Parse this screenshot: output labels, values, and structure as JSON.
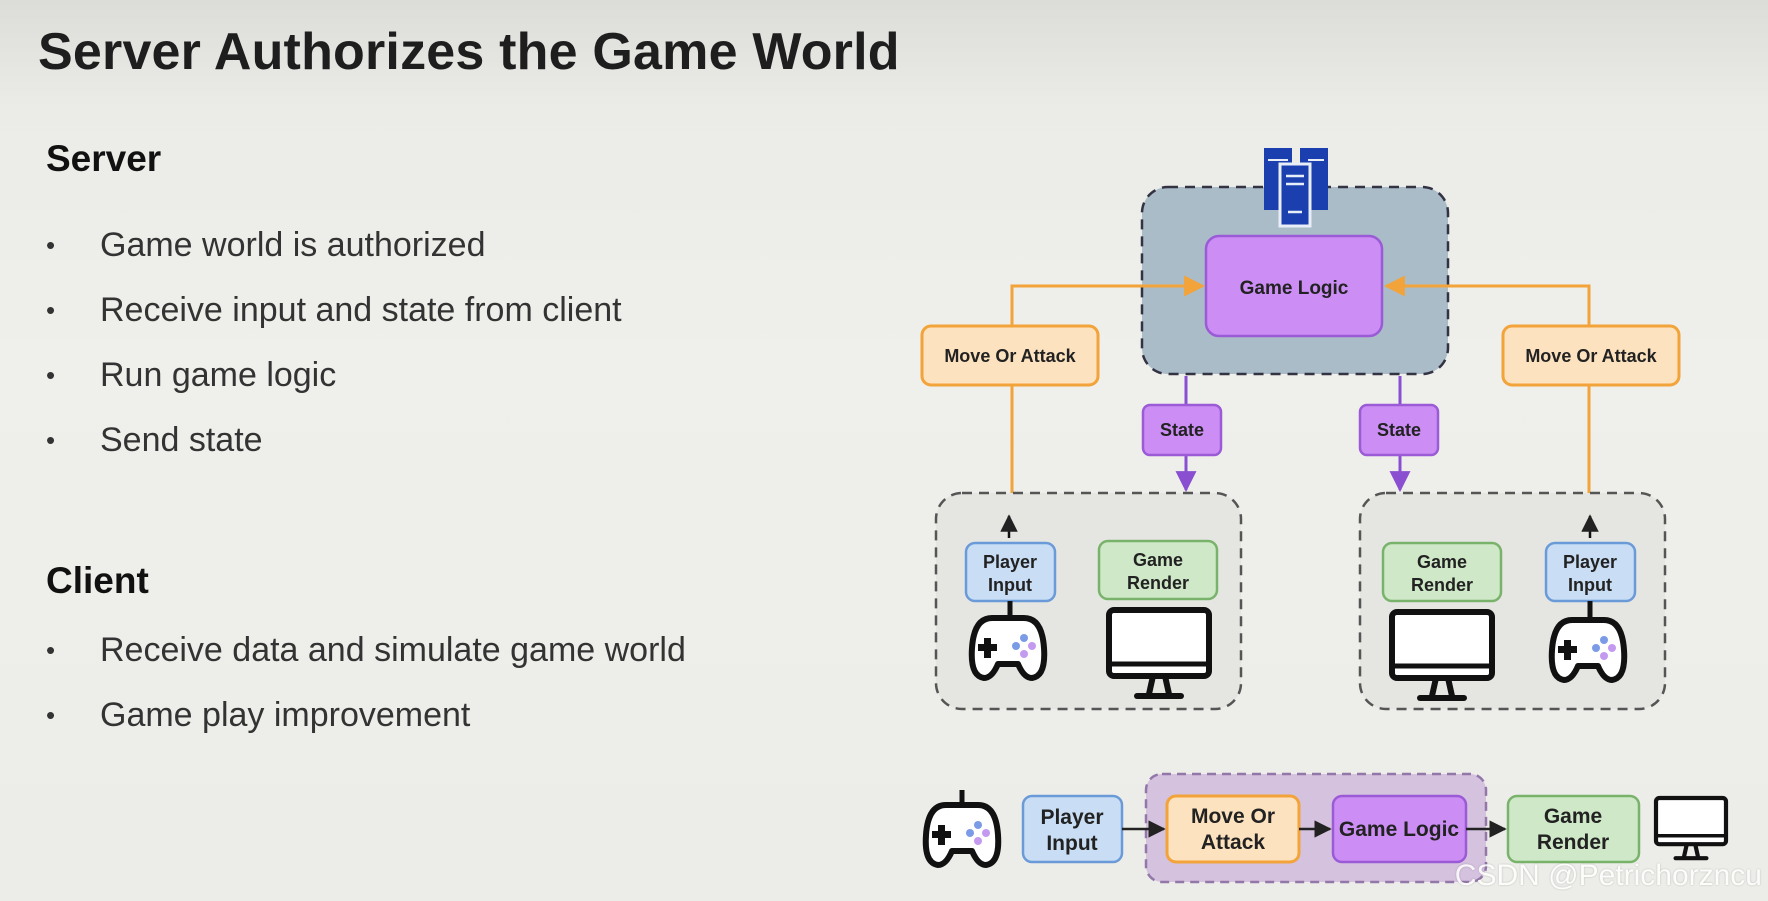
{
  "title": "Server Authorizes the Game World",
  "server": {
    "heading": "Server",
    "bullets": [
      "Game world is authorized",
      "Receive input and state from client",
      "Run game logic",
      "Send state"
    ]
  },
  "client": {
    "heading": "Client",
    "bullets": [
      "Receive data and simulate game world",
      "Game play improvement"
    ]
  },
  "diagram": {
    "game_logic": "Game Logic",
    "move_or_attack": "Move Or Attack",
    "state": "State",
    "player_input": [
      "Player",
      "Input"
    ],
    "game_render": [
      "Game",
      "Render"
    ],
    "pipeline": {
      "player_input": [
        "Player",
        "Input"
      ],
      "move_or_attack": [
        "Move Or",
        "Attack"
      ],
      "game_logic": "Game Logic",
      "game_render": [
        "Game",
        "Render"
      ]
    }
  },
  "watermark": "CSDN @Petrichorzncu",
  "colors": {
    "orange_fill": "#fde2bf",
    "orange_stroke": "#f2a33a",
    "purple_fill": "#cc8ef5",
    "purple_stroke": "#9b5bd6",
    "blue_fill": "#c9def5",
    "blue_stroke": "#6b9ad8",
    "green_fill": "#cfe8c8",
    "green_stroke": "#79b36b",
    "server_region": "#a9bcc8",
    "server_icon": "#1c3fb0"
  }
}
